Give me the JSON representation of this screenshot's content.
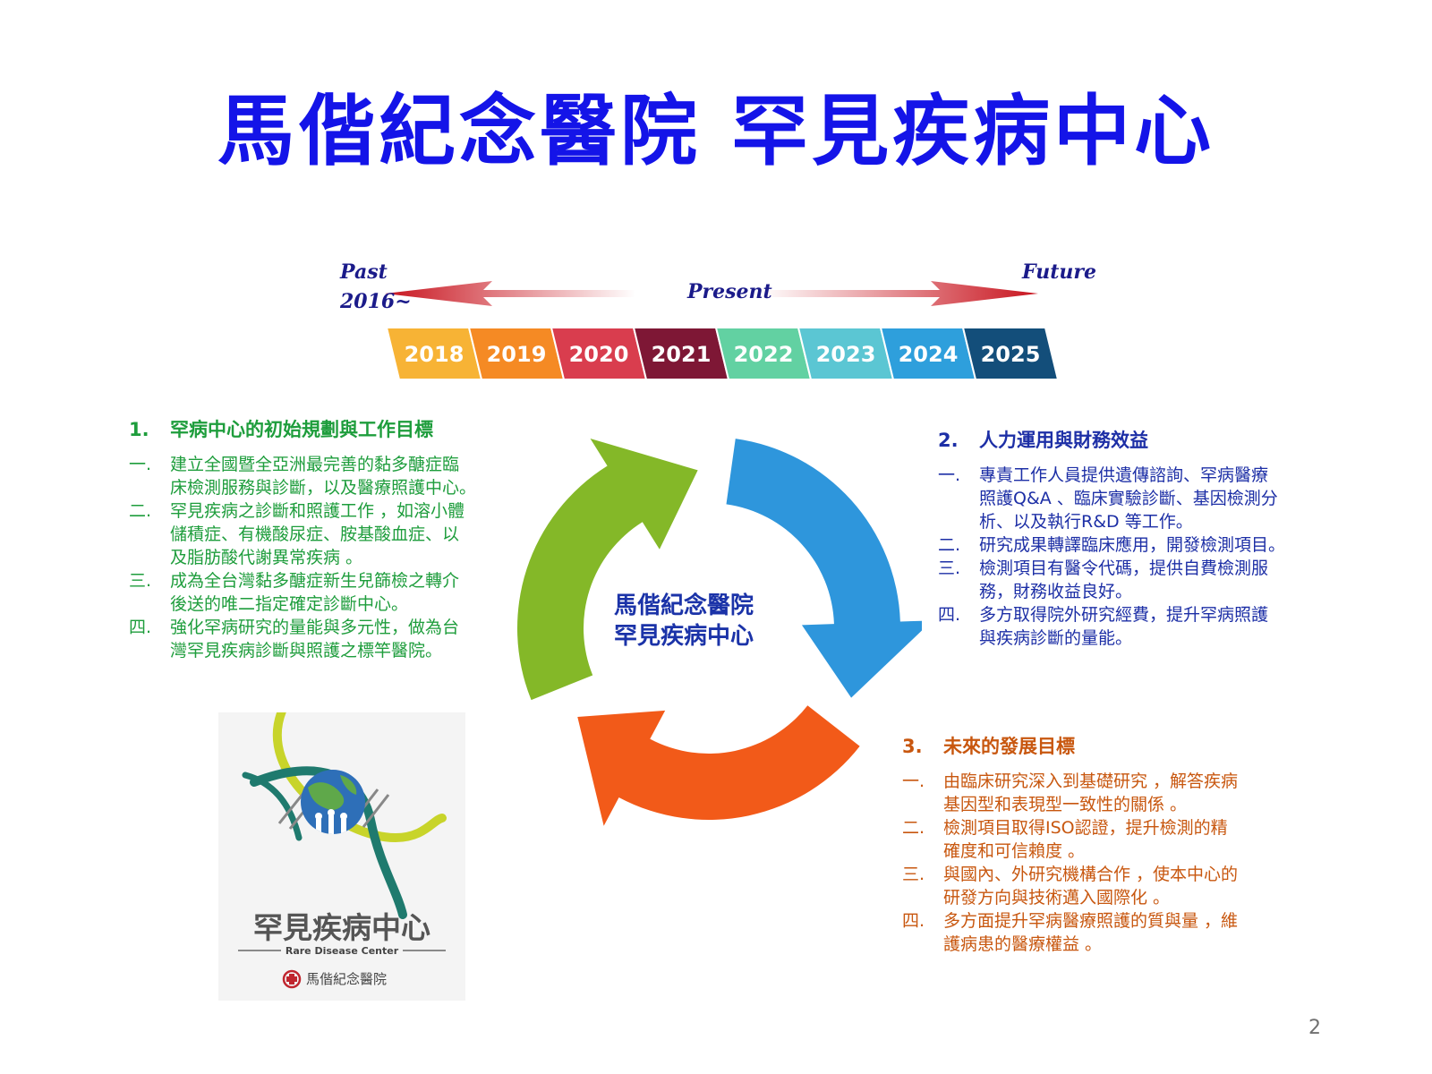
{
  "title": "馬偕紀念醫院 罕見疾病中心",
  "timeline": {
    "past_label": "Past",
    "past_year": "2016~",
    "present_label": "Present",
    "future_label": "Future",
    "years": [
      "2018",
      "2019",
      "2020",
      "2021",
      "2022",
      "2023",
      "2024",
      "2025"
    ],
    "colors": [
      "#f7b335",
      "#f58a24",
      "#d93d4e",
      "#7e1735",
      "#62d1a2",
      "#5bc6d3",
      "#2e9fdc",
      "#134e7a"
    ]
  },
  "cycle": {
    "center_line1": "馬偕紀念醫院",
    "center_line2": "罕見疾病中心",
    "colors": {
      "blue": "#2e96dc",
      "orange": "#f25a19",
      "green": "#84b828"
    }
  },
  "sections": [
    {
      "num": "1.",
      "heading": "罕病中心的初始規劃與工作目標",
      "items": [
        {
          "marker": "一.",
          "lines": [
            "建立全國暨全亞洲最完善的黏多醣症臨",
            "床檢測服務與診斷，以及醫療照護中心。"
          ]
        },
        {
          "marker": "二.",
          "lines": [
            "罕見疾病之診斷和照護工作 ，如溶小體",
            "儲積症、有機酸尿症、胺基酸血症、以",
            "及脂肪酸代謝異常疾病 。"
          ]
        },
        {
          "marker": "三.",
          "lines": [
            "成為全台灣黏多醣症新生兒篩檢之轉介",
            "後送的唯二指定確定診斷中心。"
          ]
        },
        {
          "marker": "四.",
          "lines": [
            "強化罕病研究的量能與多元性，做為台",
            "灣罕見疾病診斷與照護之標竿醫院。"
          ]
        }
      ]
    },
    {
      "num": "2.",
      "heading": "人力運用與財務效益",
      "items": [
        {
          "marker": "一.",
          "lines": [
            "專責工作人員提供遺傳諮詢、罕病醫療",
            "照護Q&A 、臨床實驗診斷、基因檢測分",
            "析、以及執行R&D 等工作。"
          ]
        },
        {
          "marker": "二.",
          "lines": [
            "研究成果轉譯臨床應用，開發檢測項目。"
          ]
        },
        {
          "marker": "三.",
          "lines": [
            "檢測項目有醫令代碼，提供自費檢測服",
            "務，財務收益良好。"
          ]
        },
        {
          "marker": "四.",
          "lines": [
            "多方取得院外研究經費，提升罕病照護",
            "與疾病診斷的量能。"
          ]
        }
      ]
    },
    {
      "num": "3.",
      "heading": "未來的發展目標",
      "items": [
        {
          "marker": "一.",
          "lines": [
            "由臨床研究深入到基礎研究 ，解答疾病",
            "基因型和表現型一致性的關係 。"
          ]
        },
        {
          "marker": "二.",
          "lines": [
            "檢測項目取得ISO認證，提升檢測的精",
            "確度和可信賴度 。"
          ]
        },
        {
          "marker": "三.",
          "lines": [
            "與國內、外研究機構合作 ，使本中心的",
            "研發方向與技術邁入國際化 。"
          ]
        },
        {
          "marker": "四.",
          "lines": [
            "多方面提升罕病醫療照護的質與量 ，維",
            "護病患的醫療權益 。"
          ]
        }
      ]
    }
  ],
  "logo": {
    "name_zh": "罕見疾病中心",
    "name_en": "Rare Disease Center",
    "hospital": "馬偕紀念醫院"
  },
  "page_number": "2"
}
